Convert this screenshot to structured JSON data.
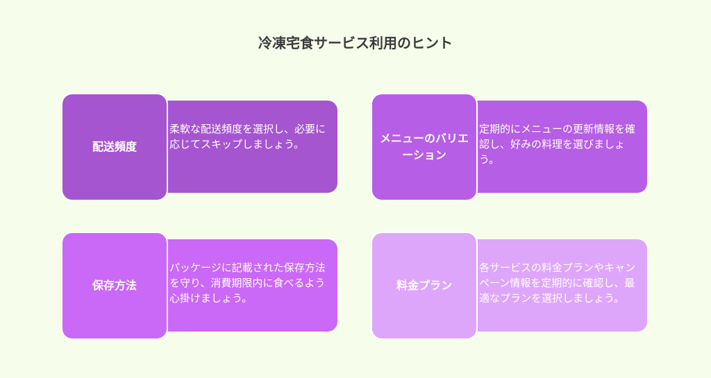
{
  "title": "冷凍宅食サービス利用のヒント",
  "cards": [
    {
      "heading": "配送頻度",
      "text": "柔軟な配送頻度を選択し、必要に応じてスキップしましょう。",
      "head_color": "#a555cf",
      "body_color": "#a555cf"
    },
    {
      "heading": "メニューのバリエーション",
      "text": "定期的にメニューの更新情報を確認し、好みの料理を選びましょう。",
      "head_color": "#b65ee6",
      "body_color": "#b65ee6"
    },
    {
      "heading": "保存方法",
      "text": "パッケージに記載された保存方法を守り、消費期限内に食べるよう心掛けましょう。",
      "head_color": "#ca68f7",
      "body_color": "#ca68f7"
    },
    {
      "heading": "料金プラン",
      "text": "各サービスの料金プランやキャンペーン情報を定期的に確認し、最適なプランを選択しましょう。",
      "head_color": "#dea6fb",
      "body_color": "#dea6fb"
    }
  ]
}
